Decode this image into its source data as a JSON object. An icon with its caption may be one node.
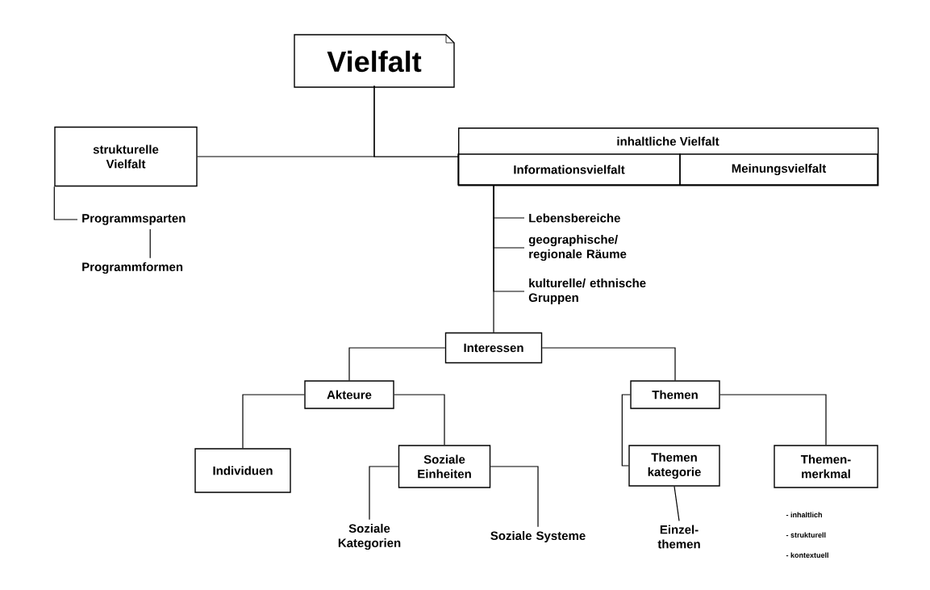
{
  "diagram": {
    "nodes": [
      {
        "text": [
          "Vielfalt"
        ]
      },
      {
        "text": [
          "strukturelle Vielfalt"
        ]
      },
      {
        "text": [
          "inhaltliche Vielfalt"
        ]
      },
      {
        "text": [
          "Informationsvielfalt"
        ],
        "in": 2
      },
      {
        "text": [
          "Meinungsvielfalt"
        ],
        "in": 2
      },
      {
        "text": [
          "Programmsparten"
        ]
      },
      {
        "text": [
          "Programmformen"
        ]
      },
      {
        "text": [
          "Lebensbereiche"
        ]
      },
      {
        "text": [
          "geographische/ regionale Räume"
        ]
      },
      {
        "text": [
          "kulturelle/ ethnische Gruppen"
        ]
      },
      {
        "text": [
          "Interessen"
        ]
      },
      {
        "text": [
          "Akteure"
        ]
      },
      {
        "text": [
          "Themen"
        ]
      },
      {
        "text": [
          "Individuen"
        ]
      },
      {
        "text": [
          "Soziale Einheiten"
        ]
      },
      {
        "text": [
          "Themen kategorie"
        ]
      },
      {
        "text": [
          "Themen- merkmal"
        ],
        "beside": [
          "- inhaltlich",
          "- strukturell",
          "- kontextuell"
        ]
      },
      {
        "text": [
          "Soziale Kategorien"
        ]
      },
      {
        "text": [
          "Soziale Systeme"
        ]
      },
      {
        "text": [
          "Einzel- themen"
        ]
      }
    ],
    "edges": [
      {
        "from": 0,
        "to": 1,
        "arrow": "none"
      },
      {
        "from": 0,
        "to": 2,
        "arrow": "none"
      },
      {
        "from": 1,
        "to": 5,
        "arrow": "none"
      },
      {
        "from": 5,
        "to": 6,
        "arrow": "none"
      },
      {
        "from": 3,
        "to": 7,
        "arrow": "none"
      },
      {
        "from": 3,
        "to": 8,
        "arrow": "none"
      },
      {
        "from": 3,
        "to": 9,
        "arrow": "none"
      },
      {
        "from": 3,
        "to": 10,
        "arrow": "none"
      },
      {
        "from": 10,
        "to": 11,
        "arrow": "none"
      },
      {
        "from": 10,
        "to": 12,
        "arrow": "none"
      },
      {
        "from": 11,
        "to": 13,
        "arrow": "none"
      },
      {
        "from": 11,
        "to": 14,
        "arrow": "none"
      },
      {
        "from": 14,
        "to": 17,
        "arrow": "none"
      },
      {
        "from": 14,
        "to": 18,
        "arrow": "none"
      },
      {
        "from": 12,
        "to": 15,
        "arrow": "none"
      },
      {
        "from": 12,
        "to": 16,
        "arrow": "none"
      },
      {
        "from": 15,
        "to": 19,
        "arrow": "none"
      }
    ]
  }
}
